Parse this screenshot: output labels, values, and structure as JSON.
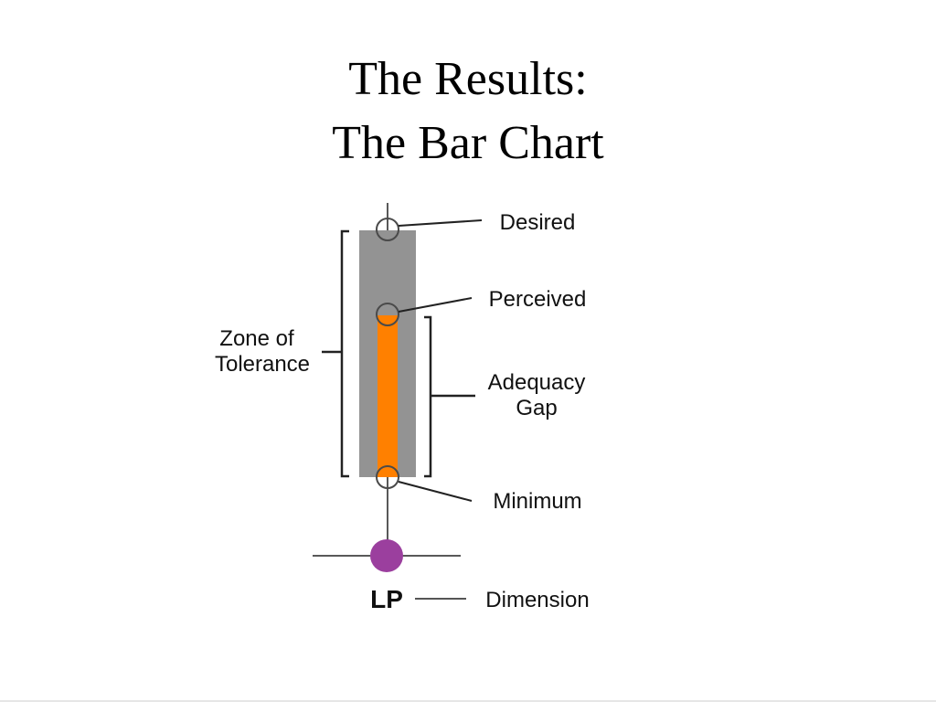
{
  "slide": {
    "title_line1": "The Results:",
    "title_line2": "The Bar Chart"
  },
  "diagram": {
    "labels": {
      "desired": "Desired",
      "perceived": "Perceived",
      "zone_line1": "Zone of",
      "zone_line2": "Tolerance",
      "adequacy_line1": "Adequacy",
      "adequacy_line2": "Gap",
      "minimum": "Minimum",
      "lp": "LP",
      "dimension": "Dimension"
    },
    "colors": {
      "tolerance_zone": "#939393",
      "adequacy_gap": "#ff8000",
      "lp_marker": "#9b3f9e",
      "lines": "#222222",
      "circle_stroke": "#4a4a4a"
    }
  }
}
